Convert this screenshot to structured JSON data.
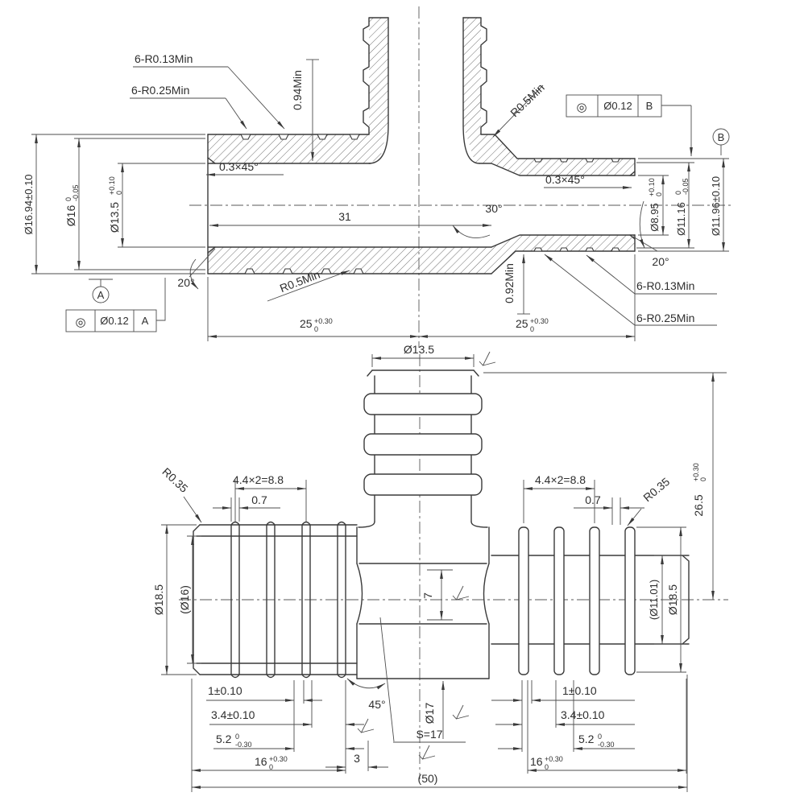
{
  "drawing": {
    "description": "Two-view technical drawing of PEX tee fitting with GD&T",
    "line_color": "#3a3a3a",
    "background": "#ffffff",
    "sv": {
      "r013_top": "6-R0.13Min",
      "r025_top": "6-R0.25Min",
      "min094": "0.94Min",
      "r05_top": "R0.5Min",
      "fcf_b_sym": "◎",
      "fcf_b_val": "Ø0.12",
      "fcf_b_datum": "B",
      "datum_b": "B",
      "d1694": "Ø16.94±0.10",
      "d16": "Ø16",
      "d16_sup": "0",
      "d16_sub": "-0.05",
      "d135": "Ø13.5",
      "d135_sup": "+0.10",
      "d135_sub": "0",
      "datum_a": "A",
      "fcf_a_sym": "◎",
      "fcf_a_val": "Ø0.12",
      "fcf_a_datum": "A",
      "ch_l": "0.3×45°",
      "len31": "31",
      "a30": "30°",
      "ch_r": "0.3×45°",
      "d895": "Ø8.95",
      "d895_sup": "+0.10",
      "d895_sub": "0",
      "d1116": "Ø11.16",
      "d1116_sup": "0",
      "d1116_sub": "-0.05",
      "d1196": "Ø11.96±0.10",
      "a20l": "20°",
      "a20r": "20°",
      "r05_bot": "R0.5Min",
      "min092": "0.92Min",
      "r013_bot": "6-R0.13Min",
      "r025_bot": "6-R0.25Min",
      "len25l": "25",
      "len25l_sup": "+0.30",
      "len25l_sub": "0",
      "len25r": "25",
      "len25r_sup": "+0.30",
      "len25r_sub": "0"
    },
    "fv": {
      "d135": "Ø13.5",
      "r035_l": "R0.35",
      "pitch_l": "4.4×2=8.8",
      "w07_l": "0.7",
      "pitch_r": "4.4×2=8.8",
      "w07_r": "0.7",
      "r035_r": "R0.35",
      "h265": "26.5",
      "h265_sup": "+0.30",
      "h265_sub": "0",
      "d185_l": "Ø18.5",
      "d16_ref": "(Ø16)",
      "d1101_ref": "(Ø11.01)",
      "d185_r": "Ø18.5",
      "w7": "7",
      "a45": "45°",
      "d17": "Ø17",
      "s17": "S=17",
      "t1_l": "1±0.10",
      "t34_l": "3.4±0.10",
      "t52_l": "5.2",
      "t52_sup": "0",
      "t52_sub": "-0.30",
      "t16_l": "16",
      "t16_sup": "+0.30",
      "t16_sub": "0",
      "t1_r": "1±0.10",
      "t34_r": "3.4±0.10",
      "t52_r": "5.2",
      "t52_r_sup": "0",
      "t52_r_sub": "-0.30",
      "t16_r": "16",
      "t16_r_sup": "+0.30",
      "t16_r_sub": "0",
      "gap3": "3",
      "len50": "(50)"
    }
  }
}
